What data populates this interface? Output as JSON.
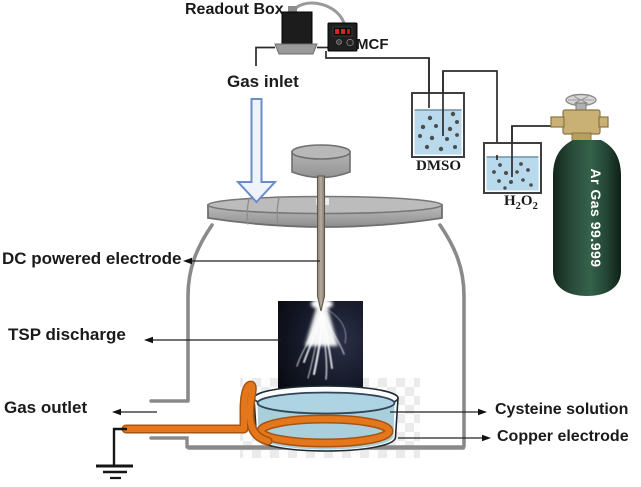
{
  "labels": {
    "readout_box": "Readout Box",
    "mcf": "MCF",
    "gas_inlet": "Gas inlet",
    "dmso": "DMSO",
    "h2o2": {
      "b1": "H",
      "s1": "2",
      "b2": "O",
      "s2": "2"
    },
    "ar_gas": "Ar Gas 99.999",
    "dc_electrode": "DC powered electrode",
    "tsp_discharge": "TSP discharge",
    "gas_outlet": "Gas outlet",
    "cysteine": "Cysteine solution",
    "copper": "Copper electrode"
  },
  "colors": {
    "copper_wire": "#e4761b",
    "copper_outline": "#a8540e",
    "solution_blue": "#a9cfdd",
    "beaker_liquid": "#b9d9ec",
    "cylinder_green": "#2e5742",
    "valve_brass": "#c9b176",
    "vessel_gray": "#8a8a8a",
    "inlet_arrow_blue": "#6a8cc9",
    "display_red": "#e02020",
    "plasma_bg": "#0a0c16"
  }
}
